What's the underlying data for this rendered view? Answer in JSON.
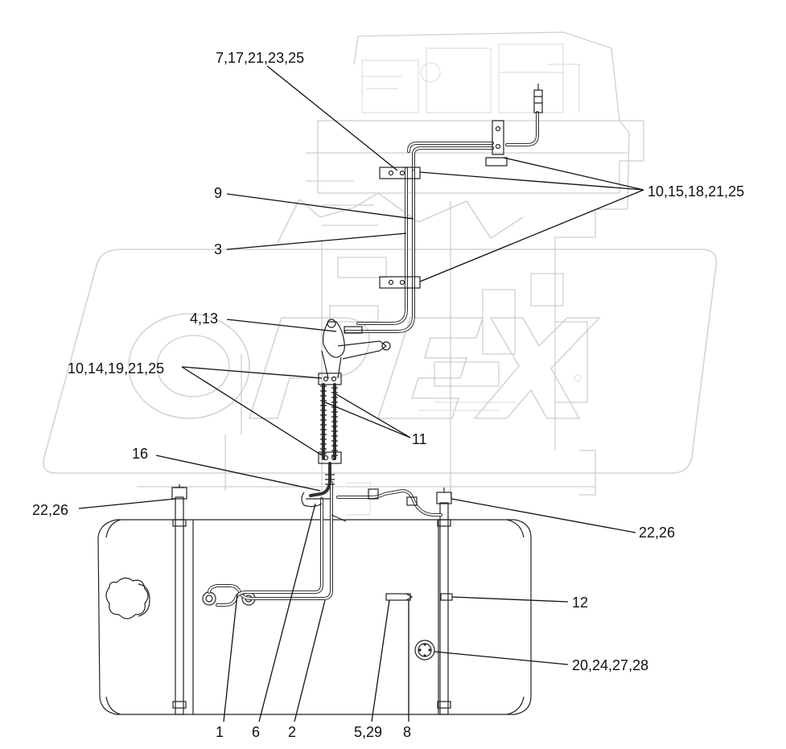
{
  "watermark": "OPEX",
  "callouts": {
    "c1": "7,17,21,23,25",
    "c2": "10,15,18,21,25",
    "c3": "9",
    "c4": "3",
    "c5": "4,13",
    "c6": "10,14,19,21,25",
    "c7": "11",
    "c8": "16",
    "c9": "22,26",
    "c10": "22,26",
    "c11": "12",
    "c12": "20,24,27,28",
    "c13": "1",
    "c14": "6",
    "c15": "2",
    "c16": "5,29",
    "c17": "8"
  }
}
